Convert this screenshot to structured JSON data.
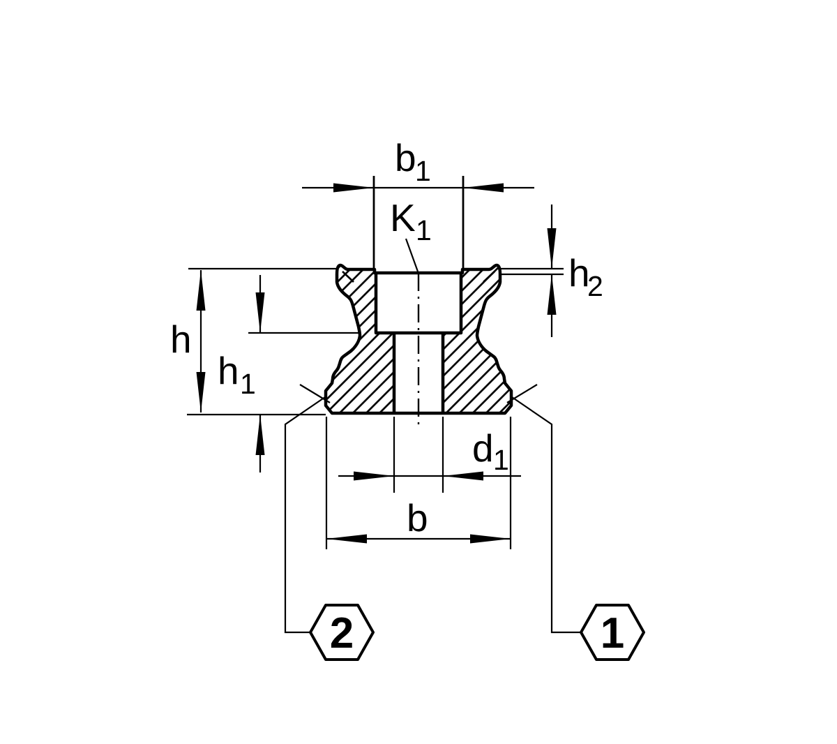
{
  "drawing": {
    "kind": "technical-cross-section",
    "line_color": "#000000",
    "background_color": "#ffffff"
  },
  "labels": {
    "b1": {
      "base": "b",
      "sub": "1"
    },
    "K1": {
      "base": "K",
      "sub": "1"
    },
    "h2": {
      "base": "h",
      "sub": "2"
    },
    "h": {
      "base": "h"
    },
    "h1": {
      "base": "h",
      "sub": "1"
    },
    "d1": {
      "base": "d",
      "sub": "1"
    },
    "b": {
      "base": "b"
    }
  },
  "callouts": {
    "left": {
      "number": "2"
    },
    "right": {
      "number": "1"
    }
  }
}
